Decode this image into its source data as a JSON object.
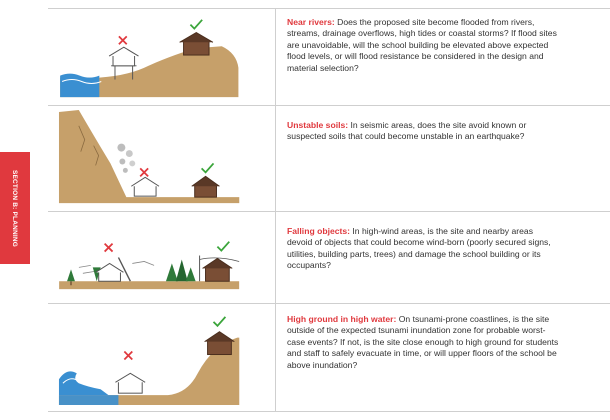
{
  "sidebar": {
    "section_label": "SECTION B: PLANNING"
  },
  "colors": {
    "accent": "#e0393e",
    "check": "#3ba53b",
    "cross": "#e0393e",
    "ground": "#c6a06a",
    "water": "#3a8fd1"
  },
  "rows": [
    {
      "heading": "Near rivers:",
      "body": " Does the proposed site become flooded from rivers, streams, drainage overflows, high tides or coastal storms? If flood sites are unavoidable, will the school building be elevated above expected flood levels, or will flood resistance be considered in the design and material selection?"
    },
    {
      "heading": "Unstable soils:",
      "body": " In seismic areas, does the site avoid known or suspected soils that could become unstable in an earthquake?"
    },
    {
      "heading": "Falling objects:",
      "body": " In high-wind areas, is the site and nearby areas devoid of objects that could become wind-born (poorly secured signs, utilities, building parts, trees) and damage the school building or its occupants?"
    },
    {
      "heading": "High ground in high water:",
      "body": " On tsunami-prone coastlines, is the site outside of the expected tsunami inundation zone for probable worst-case events? If not, is the site close enough to high ground for students and staff to safely evacuate in time, or will upper floors of the school be above inundation?"
    }
  ]
}
